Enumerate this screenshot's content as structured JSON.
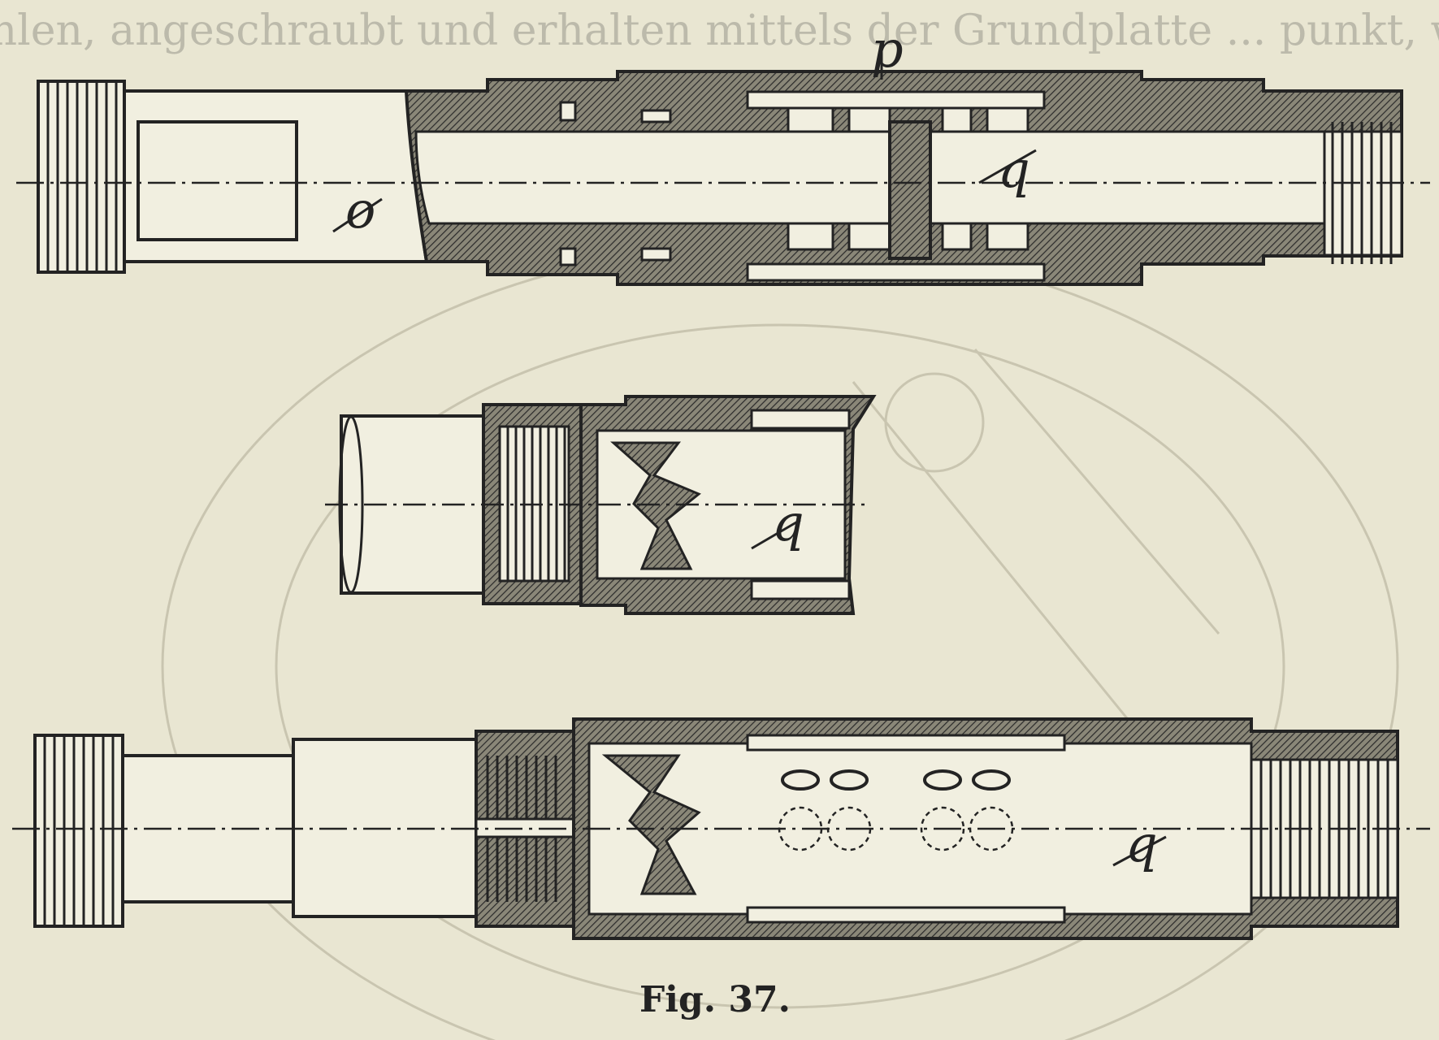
{
  "bleed_text": "rmuhlen, angeschraubt und erhalten mittels der Grundplatte ... punkt, während die einzelnen Dreieschieber / l",
  "labels": {
    "top_p": "p",
    "top_o": "o",
    "top_q": "q",
    "mid_q": "q",
    "bot_q": "q"
  },
  "caption": "Fig. 37.",
  "colors": {
    "paper": "#e9e6d2",
    "ink": "#232323",
    "hatch_bg": "#8a8778",
    "faint": "#c9c5b0"
  }
}
